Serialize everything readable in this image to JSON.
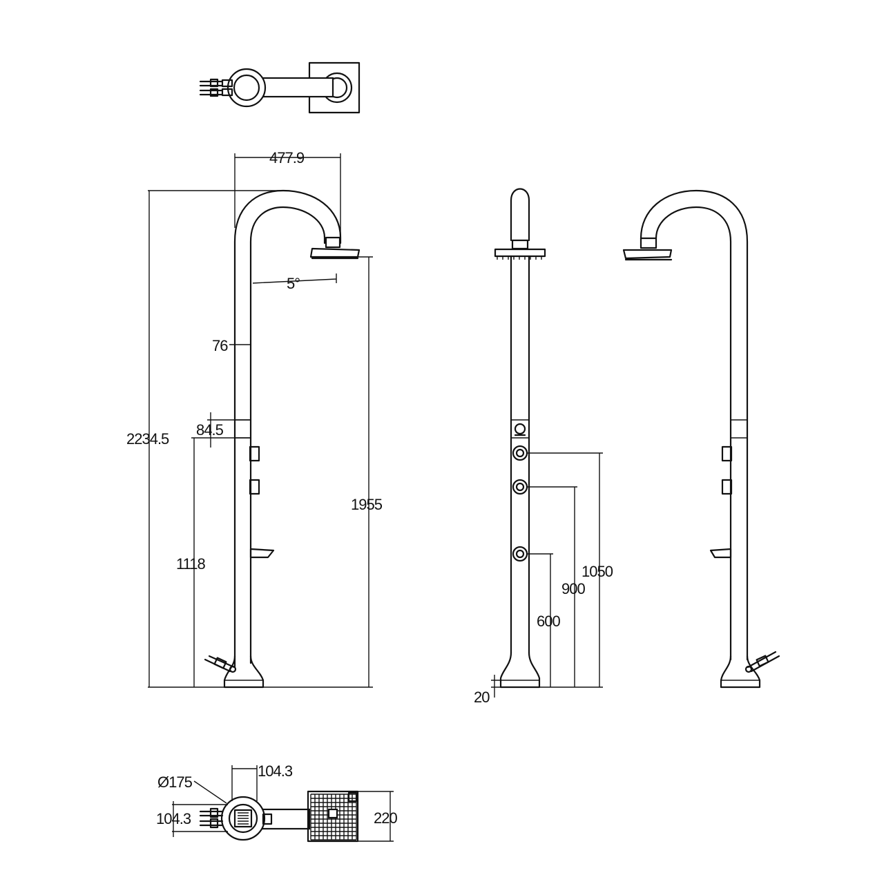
{
  "dimensions": {
    "arm_reach": "477.9",
    "arm_angle": "5°",
    "column_diameter": "76",
    "valve_offset": "84.5",
    "total_height": "2234.5",
    "valve_height": "1118",
    "head_height": "1955",
    "base_thickness": "20",
    "outlet_low": "600",
    "outlet_mid": "900",
    "outlet_high": "1050",
    "base_diameter": "Ø175",
    "base_offset_top": "104.3",
    "base_offset_left": "104.3",
    "plate_size": "220"
  },
  "colors": {
    "line": "#111111",
    "background": "#ffffff"
  }
}
